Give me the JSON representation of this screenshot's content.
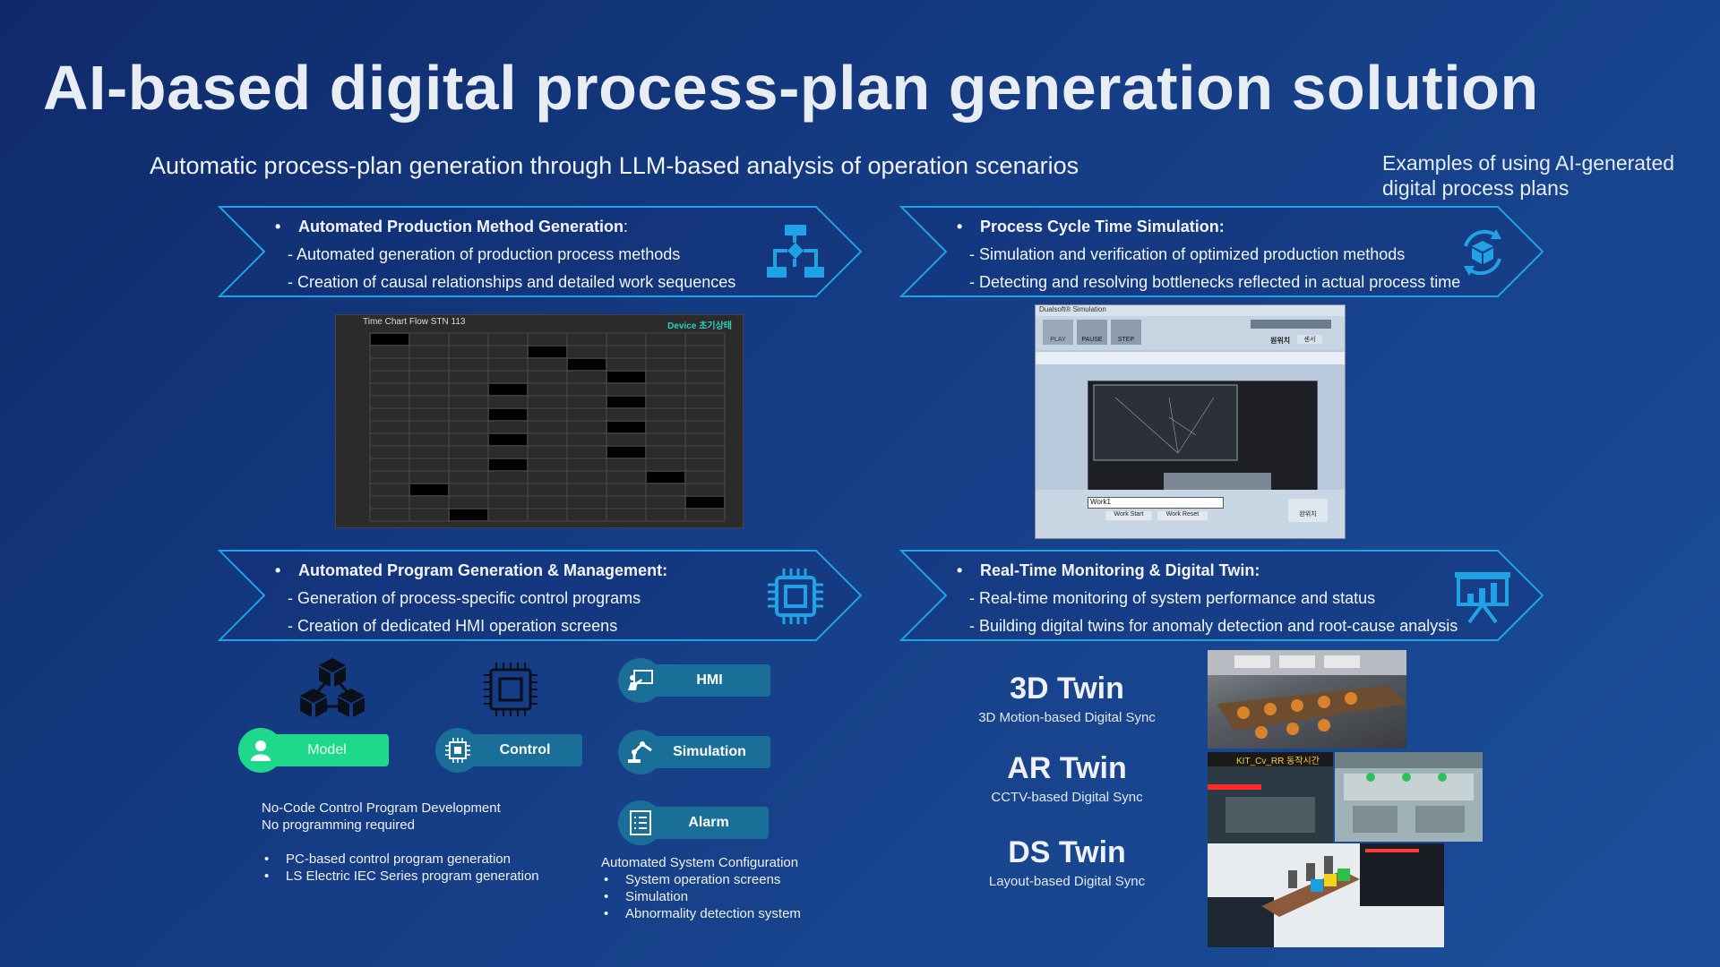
{
  "title": "AI-based digital process-plan generation solution",
  "subtitle": "Automatic process-plan generation through LLM-based analysis of operation scenarios",
  "examples_label": "Examples of using AI-generated digital process plans",
  "cards": [
    {
      "head": "Automated Production Method Generation",
      "head_suffix": ":",
      "lines": [
        "- Automated generation of production process methods",
        "- Creation of causal relationships and detailed work sequences"
      ],
      "icon": "flowchart-icon"
    },
    {
      "head": "Process Cycle Time Simulation:",
      "head_suffix": "",
      "lines": [
        "Simulation and verification of optimized production methods",
        "Detecting and resolving bottlenecks reflected in actual process time"
      ],
      "line_prefix": "-  ",
      "icon": "cube-cycle-icon"
    },
    {
      "head": "Automated Program Generation & Management:",
      "head_suffix": "",
      "lines": [
        "- Generation of process-specific control programs",
        "- Creation of dedicated HMI operation screens"
      ],
      "icon": "chip-icon"
    },
    {
      "head": "Real-Time Monitoring & Digital Twin:",
      "head_suffix": "",
      "lines": [
        "- Real-time monitoring of system performance and status",
        "- Building digital twins for anomaly detection and root-cause analysis"
      ],
      "icon": "presentation-chart-icon"
    }
  ],
  "timechart": {
    "title": "Time Chart Flow STN 113",
    "device": "Device 초기상태"
  },
  "sim": {
    "window_title": "Dualsoft® Simulation",
    "play": "PLAY",
    "pause": "PAUSE",
    "step": "STEP",
    "field": "Work1",
    "work_start": "Work Start",
    "work_reset": "Work Reset",
    "done": "완위치",
    "sensor": "센서",
    "home": "원위치"
  },
  "pills": {
    "model": "Model",
    "control": "Control",
    "hmi": "HMI",
    "simulation": "Simulation",
    "alarm": "Alarm"
  },
  "nocode": {
    "line1": "No-Code Control Program Development",
    "line2": "No programming required",
    "items": [
      "PC-based control program generation",
      "LS Electric IEC Series program generation"
    ]
  },
  "autoconfig": {
    "heading": "Automated System Configuration",
    "items": [
      "System operation screens",
      "Simulation",
      "Abnormality detection system"
    ]
  },
  "twins": [
    {
      "name": "3D Twin",
      "desc": "3D Motion-based Digital Sync"
    },
    {
      "name": "AR Twin",
      "desc": "CCTV-based Digital Sync"
    },
    {
      "name": "DS Twin",
      "desc": "Layout-based Digital Sync"
    }
  ],
  "ar_overlay_text": "KIT_Cv_RR 동작시간",
  "colors": {
    "accent_cyan": "#1fa3e6",
    "model_green": "#1ed98b",
    "pill_teal": "#1a6f99"
  }
}
